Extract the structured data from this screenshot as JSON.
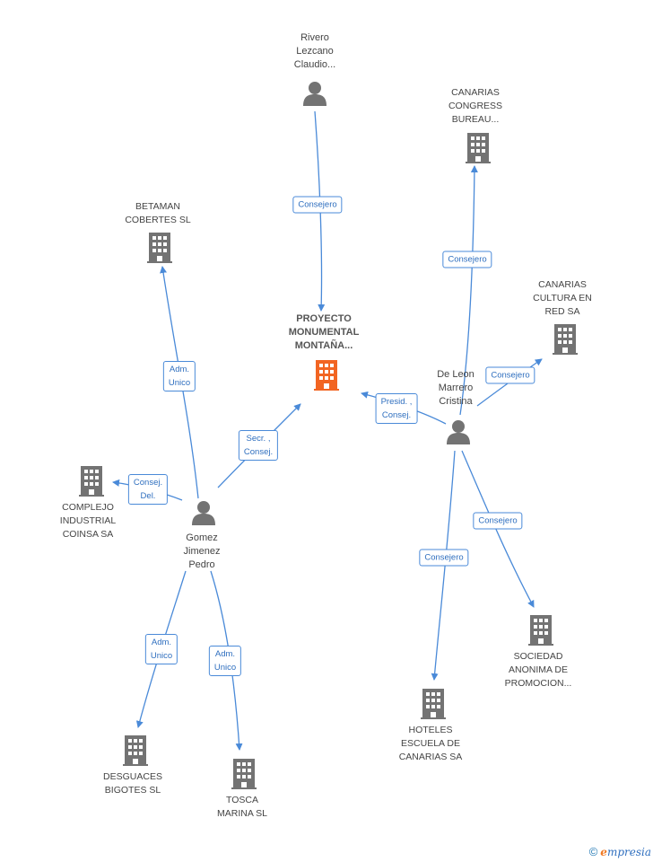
{
  "colors": {
    "edge": "#4a8ad8",
    "icon": "#737373",
    "focal": "#f26522",
    "label_text": "#444444"
  },
  "focal": {
    "label": "PROYECTO\nMONUMENTAL\nMONTAÑA...",
    "icon": "building-icon"
  },
  "people": {
    "rivero": {
      "label": "Rivero\nLezcano\nClaudio...",
      "icon": "person-icon"
    },
    "deleon": {
      "label": "De Leon\nMarrero\nCristina",
      "icon": "person-icon"
    },
    "gomez": {
      "label": "Gomez\nJimenez\nPedro",
      "icon": "person-icon"
    }
  },
  "companies": {
    "canarias_congress": "CANARIAS\nCONGRESS\nBUREAU...",
    "betaman": "BETAMAN\nCOBERTES  SL",
    "canarias_cultura": "CANARIAS\nCULTURA EN\nRED SA",
    "complejo": "COMPLEJO\nINDUSTRIAL\nCOINSA SA",
    "sociedad": "SOCIEDAD\nANONIMA DE\nPROMOCION...",
    "hoteles": "HOTELES\nESCUELA DE\nCANARIAS SA",
    "desguaces": "DESGUACES\nBIGOTES SL",
    "tosca": "TOSCA\nMARINA SL"
  },
  "edge_labels": {
    "rivero_focal": "Consejero",
    "deleon_congress": "Consejero",
    "deleon_cultura": "Consejero",
    "deleon_focal": "Presid. ,\nConsej.",
    "deleon_sociedad": "Consejero",
    "deleon_hoteles": "Consejero",
    "gomez_betaman": "Adm.\nUnico",
    "gomez_focal": "Secr. ,\nConsej.",
    "gomez_complejo": "Consej.\nDel.",
    "gomez_desguaces": "Adm.\nUnico",
    "gomez_tosca": "Adm.\nUnico"
  },
  "footer": {
    "copyright": "©",
    "brand_first": "e",
    "brand_rest": "mpresia"
  }
}
